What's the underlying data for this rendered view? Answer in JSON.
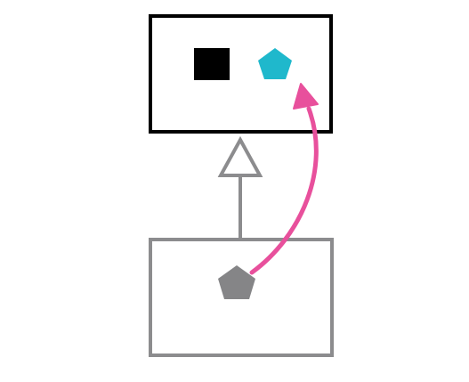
{
  "diagram": {
    "parent_box": {
      "border_color": "#000000",
      "contents": [
        {
          "shape": "square",
          "color": "#000000"
        },
        {
          "shape": "pentagon",
          "color": "#1fb8cc"
        }
      ]
    },
    "child_box": {
      "border_color": "#8c8c8e",
      "contents": [
        {
          "shape": "pentagon",
          "color": "#858587"
        }
      ]
    },
    "inheritance_arrow": {
      "color": "#8c8c8e",
      "head": "hollow-triangle",
      "direction": "child-to-parent"
    },
    "override_arrow": {
      "color": "#e8509c",
      "direction": "child-pentagon-to-parent-pentagon"
    }
  }
}
